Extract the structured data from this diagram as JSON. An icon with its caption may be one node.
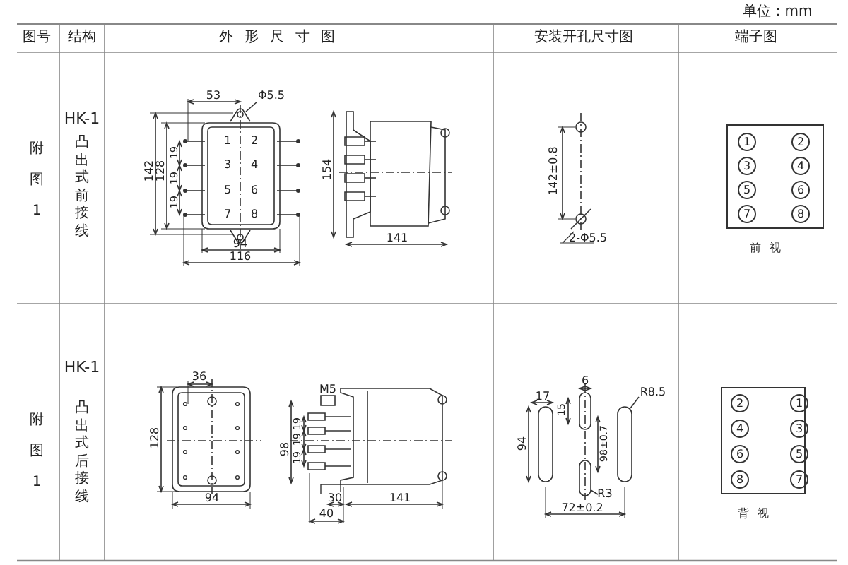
{
  "diagram": {
    "nodes": [
      {
        "text": [],
        "shape": "box",
        "beside": [
          "前视"
        ]
      },
      {
        "text": [
          "1"
        ],
        "in": 0
      },
      {
        "text": [
          "2"
        ],
        "in": 0
      },
      {
        "text": [
          "3"
        ],
        "in": 0
      },
      {
        "text": [
          "4"
        ],
        "in": 0
      },
      {
        "text": [
          "5"
        ],
        "in": 0
      },
      {
        "text": [
          "6"
        ],
        "in": 0
      },
      {
        "text": [
          "7"
        ],
        "in": 0
      },
      {
        "text": [
          "8"
        ],
        "in": 0
      },
      {
        "text": [],
        "shape": "box",
        "beside": [
          "背视"
        ]
      },
      {
        "text": [
          "2"
        ],
        "in": 9
      },
      {
        "text": [
          "1"
        ],
        "in": 9
      },
      {
        "text": [
          "4"
        ],
        "in": 9
      },
      {
        "text": [
          "3"
        ],
        "in": 9
      },
      {
        "text": [
          "6"
        ],
        "in": 9
      },
      {
        "text": [
          "5"
        ],
        "in": 9
      },
      {
        "text": [
          "8"
        ],
        "in": 9
      },
      {
        "text": [
          "7"
        ],
        "in": 9
      }
    ],
    "labels": [
      "单位：mm",
      "图号",
      "结构",
      "外形尺寸图",
      "安装开孔尺寸图",
      "端子图",
      "附图1",
      "HK-1",
      "凸出式前接线",
      "53",
      "Φ5.5",
      "142",
      "128",
      "19",
      "19",
      "19",
      "1",
      "2",
      "3",
      "4",
      "5",
      "6",
      "7",
      "8",
      "94",
      "116",
      "154",
      "141",
      "142±0.8",
      "2-Φ5.5",
      "附图1",
      "HK-1",
      "凸出式后接线",
      "36",
      "128",
      "94",
      "M5",
      "98",
      "19",
      "19",
      "19",
      "30",
      "40",
      "141",
      "17",
      "6",
      "15",
      "R8.5",
      "94",
      "98±0.7",
      "R3",
      "72±0.2"
    ]
  }
}
